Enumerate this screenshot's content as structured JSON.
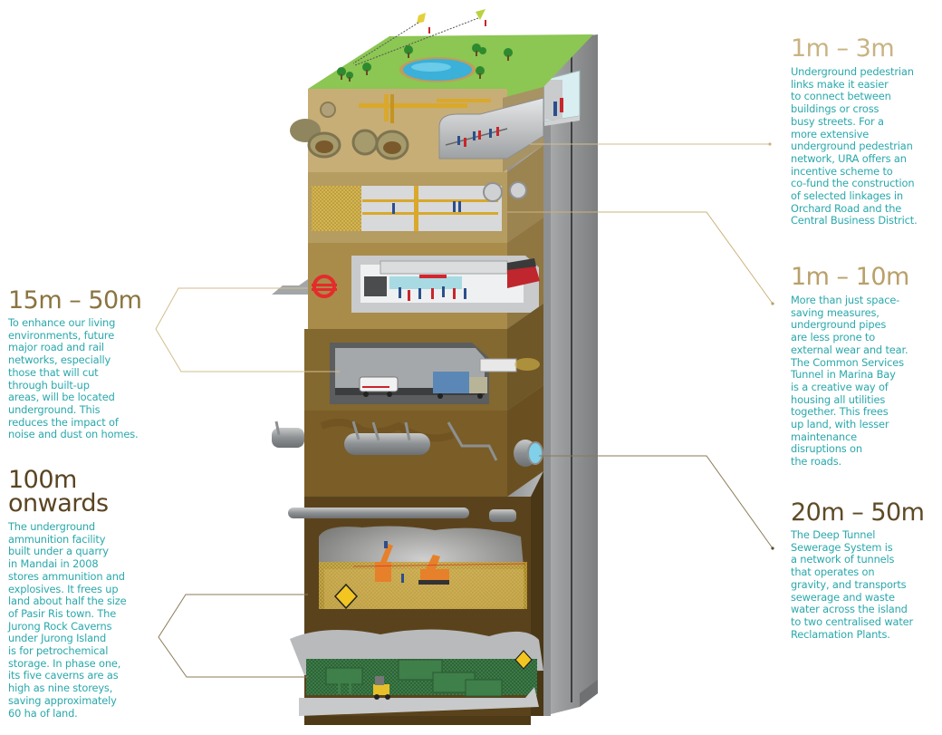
{
  "annotations": [
    {
      "id": "pedestrian-links",
      "depth": "1m – 3m",
      "heading_color": "#c8b382",
      "text": "Underground pedestrian\nlinks make it easier\nto connect between\nbuildings or cross\nbusy streets. For a\nmore extensive\nunderground pedestrian\nnetwork, URA offers an\nincentive scheme to\nco-fund the construction\nof selected linkages in\nOrchard Road and the\nCentral Business District."
    },
    {
      "id": "utility-pipes",
      "depth": "1m – 10m",
      "heading_color": "#b9a06a",
      "text": "More than just space-\nsaving measures,\nunderground pipes\nare less prone to\nexternal wear and tear.\nThe Common Services\nTunnel in Marina Bay\nis a creative way of\nhousing all utilities\ntogether. This frees\nup land, with lesser\nmaintenance\ndisruptions on\nthe roads."
    },
    {
      "id": "deep-tunnel-sewerage",
      "depth": "20m – 50m",
      "heading_color": "#5e4a26",
      "text": "The Deep Tunnel\nSewerage System is\na network of tunnels\nthat operates on\ngravity, and transports\nsewerage and waste\nwater across the island\nto two centralised water\nReclamation Plants."
    },
    {
      "id": "road-and-rail",
      "depth": "15m – 50m",
      "heading_color": "#8a7440",
      "text": "To enhance our living\nenvironments, future\nmajor road and rail\nnetworks, especially\nthose that will cut\nthrough built-up\nareas, will be located\nunderground. This\nreduces the impact of\nnoise and dust on homes."
    },
    {
      "id": "caverns",
      "depth": "100m\nonwards",
      "heading_color": "#5a4422",
      "text": "The underground\nammunition facility\nbuilt under a quarry\nin Mandai in 2008\nstores ammunition and\nexplosives. It frees up\nland about half the size\nof Pasir Ris town. The\nJurong Rock Caverns\nunder Jurong Island\nis for petrochemical\nstorage. In phase one,\nits five caverns are as\nhigh as nine storeys,\nsaving approximately\n60 ha of land."
    }
  ],
  "colors": {
    "body_text": "#2aa8ac",
    "leader_light": "#d2be8e",
    "leader_dark": "#8c7a58",
    "grass": "#8cc653",
    "soil_top": "#c7ae76",
    "soil_mid": "#a98c4a",
    "soil_deep": "#7a5d27",
    "soil_deepest": "#5a431c",
    "concrete": "#a7a9ab",
    "mrt_red": "#e52b2b"
  },
  "illustration": {
    "icons": [
      "kite-icon",
      "tree-icon",
      "pond-icon",
      "elevator-icon",
      "mrt-logo-icon",
      "warning-sign-icon",
      "excavator-icon",
      "forklift-icon",
      "truck-icon",
      "van-icon"
    ]
  }
}
